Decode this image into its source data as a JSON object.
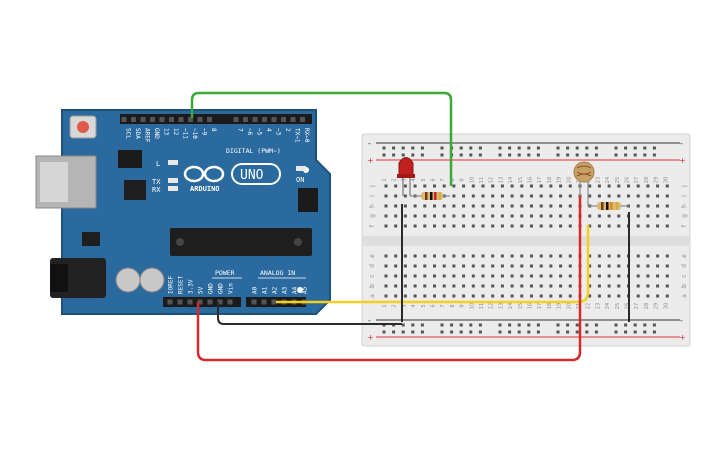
{
  "board": {
    "logo": "ARDUINO",
    "model": "UNO",
    "digital_header_label": "DIGITAL (PWM~)",
    "digital_pins": [
      "SCL",
      "SDA",
      "AREF",
      "GND",
      "13",
      "12",
      "~11",
      "~10",
      "~9",
      "8",
      "7",
      "~6",
      "~5",
      "4",
      "~3",
      "2",
      "TX→1",
      "RX←0"
    ],
    "power_label": "POWER",
    "power_pins": [
      "IOREF",
      "RESET",
      "3.3V",
      "5V",
      "GND",
      "GND",
      "Vin"
    ],
    "analog_label": "ANALOG IN",
    "analog_pins": [
      "A0",
      "A1",
      "A2",
      "A3",
      "A4",
      "A5"
    ],
    "led_labels": [
      "L",
      "TX",
      "RX"
    ],
    "on_label": "ON",
    "colors": {
      "pcb": "#2b6a9e",
      "pcb_edge": "#1d527c"
    }
  },
  "breadboard": {
    "column_numbers": [
      "1",
      "2",
      "3",
      "4",
      "5",
      "6",
      "7",
      "8",
      "9",
      "10",
      "11",
      "12",
      "13",
      "14",
      "15",
      "16",
      "17",
      "18",
      "19",
      "20",
      "21",
      "22",
      "23",
      "24",
      "25",
      "26",
      "27",
      "28",
      "29",
      "30"
    ],
    "row_letters_top": [
      "j",
      "i",
      "h",
      "g",
      "f"
    ],
    "row_letters_bottom": [
      "e",
      "d",
      "c",
      "b",
      "a"
    ],
    "rail_plus": "+",
    "rail_minus": "-"
  },
  "components": {
    "led": {
      "color": "#c0201e"
    },
    "photoresistor": {
      "color": "#c9a066"
    },
    "resistors": [
      {
        "bands": [
          "#7a3b10",
          "#111111",
          "#d42020",
          "#d4af37"
        ]
      },
      {
        "bands": [
          "#7a3b10",
          "#111111",
          "#e08a1a",
          "#d4af37"
        ]
      }
    ]
  },
  "wires": {
    "green": "#3aa935",
    "yellow": "#f2d21a",
    "black": "#2a2a2a",
    "red": "#d42a2a"
  }
}
